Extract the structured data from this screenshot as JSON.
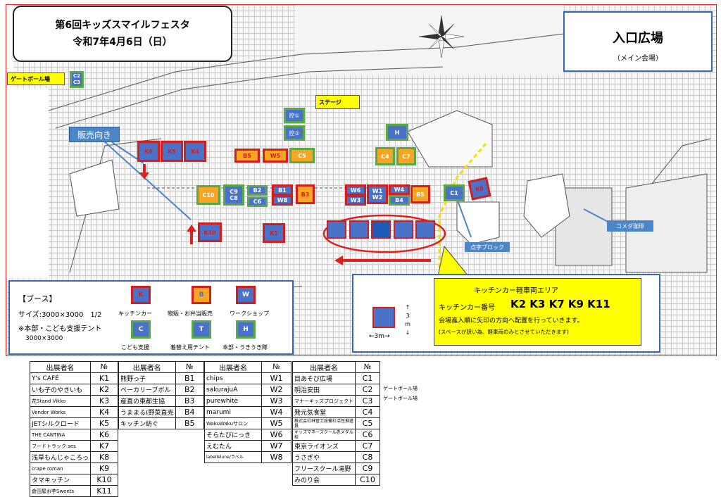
{
  "title": {
    "line1": "第6回キッズスマイルフェスタ",
    "line2": "令和7年4月6日（日）"
  },
  "entrance": {
    "title": "入口広場",
    "subtitle": "（メイン会場）"
  },
  "map_labels": {
    "gateball": "ゲートボール場",
    "stage": "ステージ",
    "sales_direction": "販売向き",
    "tenji_block": "点字ブロック",
    "komeda": "コメダ珈琲"
  },
  "booths": {
    "c2": "C2",
    "c3": "C3",
    "t1": "控①",
    "t2": "控②",
    "h": "H",
    "k9": "K9",
    "k5": "K5",
    "k4": "K4",
    "b5a": "B5",
    "w5": "W5",
    "c5": "C5",
    "c4": "C4",
    "c7": "C7",
    "c10": "C10",
    "c9": "C9",
    "c8": "C8",
    "b2": "B2",
    "c6": "C6",
    "b1": "B1",
    "w8": "W8",
    "b3": "B3",
    "w6": "W6",
    "w3": "W3",
    "w1": "W1",
    "w2": "W2",
    "w4": "W4",
    "b4": "B4",
    "b5b": "B5",
    "c1": "C1",
    "k8": "K8",
    "k10": "K10",
    "k1": "K1"
  },
  "legend": {
    "title": "【ブース】",
    "size": "サイズ:3000×3000　1/2",
    "note1": "※本部・こども支援テント",
    "note2": "3000×3000",
    "k_letter": "K",
    "b_letter": "B",
    "w_letter": "W",
    "c_letter": "C",
    "t_letter": "T",
    "h_letter": "H",
    "k_label": "キッチンカー",
    "b_label": "物販・お弁当販売",
    "w_label": "ワークショップ",
    "c_label": "こども支援",
    "t_label": "着替え用テント",
    "h_label": "本部・うきうき隊"
  },
  "kitchen_area": {
    "title": "キッチンカー軽車両エリア",
    "numbers_label": "キッチンカー番号",
    "numbers": "K2 K3 K7 K9 K11",
    "line1": "会場進入順に矢印の方向へ配置を行っていきます。",
    "line2": "(スペースが狭い為、軽車両のみとさせていただきます)",
    "dim_h": "↑ 3 m ↓",
    "dim_w": "←3m→"
  },
  "table1": {
    "header": [
      "出展者名",
      "№"
    ],
    "rows": [
      [
        "Y's CAFÉ",
        "K1"
      ],
      [
        "いも子のやきいも",
        "K2"
      ],
      [
        "花Stand Vikko",
        "K3"
      ],
      [
        "Vendor Works",
        "K4"
      ],
      [
        "JETシルクロード",
        "K5"
      ],
      [
        "THE CANTINA",
        "K6"
      ],
      [
        "フードトラック ses",
        "K7"
      ],
      [
        "浅草もんじゃころっ",
        "K8"
      ],
      [
        "crape roman",
        "K9"
      ],
      [
        "タマキッチン",
        "K10"
      ],
      [
        "倉田屋お芋Sweets",
        "K11"
      ]
    ]
  },
  "table2": {
    "header": [
      "出展者名",
      "№"
    ],
    "rows": [
      [
        "熊野っ子",
        "B1"
      ],
      [
        "ベーカリーブボル",
        "B2"
      ],
      [
        "産直の東都生協",
        "B3"
      ],
      [
        "うままる(野菜直売",
        "B4"
      ],
      [
        "キッチン紡ぐ",
        "B5"
      ]
    ]
  },
  "table3": {
    "header": [
      "出展者名",
      "№"
    ],
    "rows": [
      [
        "chips",
        "W1"
      ],
      [
        "sakurajuA",
        "W2"
      ],
      [
        "purewhite",
        "W3"
      ],
      [
        "marumi",
        "W4"
      ],
      [
        "WakuWakuサロン",
        "W5"
      ],
      [
        "そらたびにっき",
        "W6"
      ],
      [
        "えむたん",
        "W7"
      ],
      [
        "labellelune/ラベル",
        "W8"
      ]
    ]
  },
  "table4": {
    "header": [
      "出展者名",
      "№"
    ],
    "rows": [
      [
        "目あそび広場",
        "C1"
      ],
      [
        "明治安田",
        "C2"
      ],
      [
        "マナーキッズプロジェクト",
        "C3"
      ],
      [
        "発元気食堂",
        "C4"
      ],
      [
        "株式会社林管工設備社活性推進員",
        "C5"
      ],
      [
        "キッズマネースクール赤メダル校",
        "C6"
      ],
      [
        "東京ライオンズ",
        "C7"
      ],
      [
        "うさぎや",
        "C8"
      ],
      [
        "フリースクール滝野",
        "C9"
      ],
      [
        "みのり会",
        "C10"
      ]
    ]
  },
  "table4_side": {
    "c2": "ゲートボール場",
    "c3": "ゲートボール場"
  }
}
